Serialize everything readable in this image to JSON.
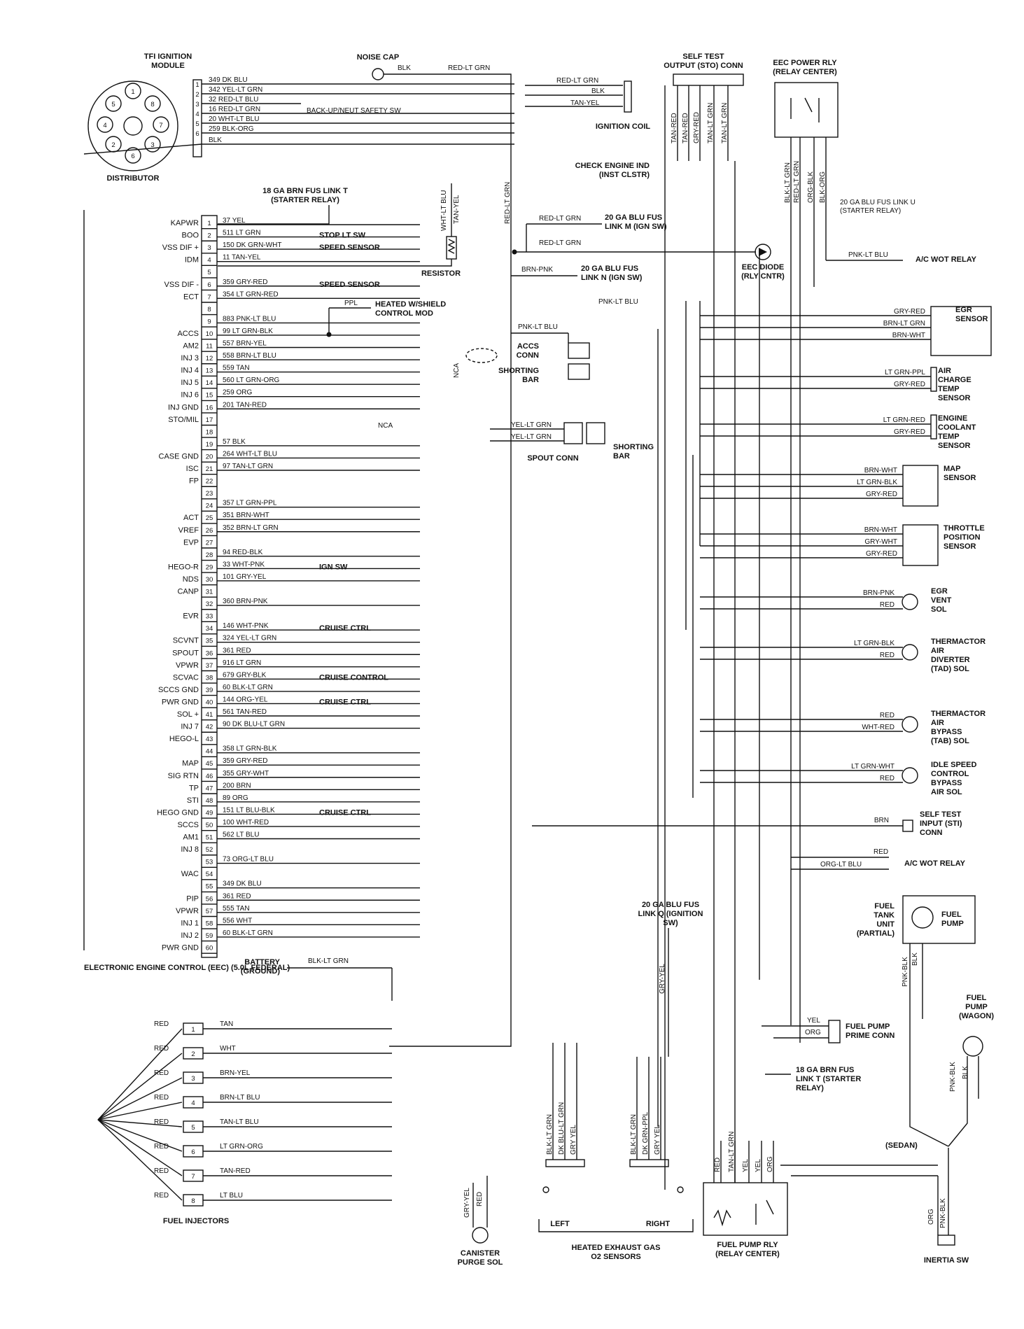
{
  "title": "ELECTRONIC ENGINE CONTROL (EEC) (5.0L FEDERAL)",
  "tfi": {
    "title_lines": [
      "TFI IGNITION",
      "MODULE"
    ],
    "distributor": "DISTRIBUTOR",
    "pin_numbers": [
      "1",
      "2",
      "3",
      "4",
      "5",
      "6",
      "7",
      "8"
    ],
    "wires": [
      {
        "pin": "1",
        "label": "349 DK BLU"
      },
      {
        "pin": "2",
        "label": "342 YEL-LT GRN"
      },
      {
        "pin": "3",
        "label": "32 RED-LT BLU"
      },
      {
        "pin": "4",
        "label": "16 RED-LT GRN"
      },
      {
        "pin": "5",
        "label": "20 WHT-LT BLU"
      },
      {
        "pin": "6",
        "label": "259 BLK-ORG"
      },
      {
        "pin": "",
        "label": "BLK"
      }
    ],
    "backup_switch": "BACK-UP/NEUT SAFETY SW"
  },
  "noise_cap": {
    "title": "NOISE CAP",
    "wire1": "BLK",
    "wire2": "RED-LT GRN"
  },
  "ignition_coil": {
    "title": "IGNITION COIL",
    "wires": [
      "RED-LT GRN",
      "BLK",
      "TAN-YEL"
    ]
  },
  "sto": {
    "title_lines": [
      "SELF TEST",
      "OUTPUT (STO) CONN"
    ],
    "wires": [
      "TAN-RED",
      "TAN-RED",
      "GRY-RED",
      "TAN-LT GRN",
      "TAN-LT GRN"
    ]
  },
  "check_engine": [
    "CHECK ENGINE IND",
    "(INST CLSTR)"
  ],
  "eec_power_relay": {
    "title_lines": [
      "EEC POWER RLY",
      "(RELAY CENTER)"
    ],
    "wires": [
      "BLK-LT GRN",
      "RED-LT GRN",
      "ORG-BLK",
      "BLK-ORG"
    ],
    "fuse": [
      "20 GA BLU FUS LINK U",
      "(STARTER RELAY)"
    ]
  },
  "starter_fuse": [
    "18 GA BRN FUS LINK T",
    "(STARTER RELAY)"
  ],
  "resistor": {
    "title": "RESISTOR",
    "wires": [
      "WHT-LT BLU",
      "TAN-YEL"
    ]
  },
  "fuse_m": {
    "wire": "RED-LT GRN",
    "label": [
      "20 GA BLU FUS",
      "LINK M (IGN SW)"
    ]
  },
  "fuse_n": {
    "wire": "BRN-PNK",
    "label": [
      "20 GA BLU FUS",
      "LINK N (IGN SW)"
    ]
  },
  "red_lt_grn_vertical": "RED-LT GRN",
  "red_lt_grn_mid": "RED-LT GRN",
  "eec_diode": [
    "EEC DIODE",
    "(RLY CNTR)"
  ],
  "ac_wot_top": {
    "wire": "PNK-LT BLU",
    "label": "A/C WOT RELAY"
  },
  "heated_shield": {
    "wire": "PPL",
    "label": [
      "HEATED W/SHIELD",
      "CONTROL MOD"
    ]
  },
  "accs_conn": {
    "wire": "PNK-LT BLU",
    "label": [
      "ACCS",
      "CONN"
    ],
    "shorting": [
      "SHORTING",
      "BAR"
    ],
    "pnk_mid": "PNK-LT BLU"
  },
  "spout_conn": {
    "wires": [
      "YEL-LT GRN",
      "YEL-LT GRN"
    ],
    "label": "SPOUT CONN",
    "shorting": [
      "SHORTING",
      "BAR"
    ]
  },
  "nca": [
    "NCA",
    "NCA"
  ],
  "eec_pins": [
    {
      "pin": "1",
      "name": "KAPWR",
      "wire": "37 YEL",
      "note": ""
    },
    {
      "pin": "2",
      "name": "BOO",
      "wire": "511 LT GRN",
      "note": "STOP LT SW"
    },
    {
      "pin": "3",
      "name": "VSS DIF +",
      "wire": "150 DK GRN-WHT",
      "note": "SPEED SENSOR"
    },
    {
      "pin": "4",
      "name": "IDM",
      "wire": "11 TAN-YEL",
      "note": ""
    },
    {
      "pin": "5",
      "name": "",
      "wire": "",
      "note": ""
    },
    {
      "pin": "6",
      "name": "VSS DIF -",
      "wire": "359 GRY-RED",
      "note": "SPEED SENSOR"
    },
    {
      "pin": "7",
      "name": "ECT",
      "wire": "354 LT GRN-RED",
      "note": ""
    },
    {
      "pin": "8",
      "name": "",
      "wire": "",
      "note": ""
    },
    {
      "pin": "9",
      "name": "",
      "wire": "883 PNK-LT BLU",
      "note": ""
    },
    {
      "pin": "10",
      "name": "ACCS",
      "wire": "99 LT GRN-BLK",
      "note": ""
    },
    {
      "pin": "11",
      "name": "AM2",
      "wire": "557 BRN-YEL",
      "note": ""
    },
    {
      "pin": "12",
      "name": "INJ 3",
      "wire": "558 BRN-LT BLU",
      "note": ""
    },
    {
      "pin": "13",
      "name": "INJ 4",
      "wire": "559 TAN",
      "note": ""
    },
    {
      "pin": "14",
      "name": "INJ 5",
      "wire": "560 LT GRN-ORG",
      "note": ""
    },
    {
      "pin": "15",
      "name": "INJ 6",
      "wire": "259 ORG",
      "note": ""
    },
    {
      "pin": "16",
      "name": "INJ GND",
      "wire": "201 TAN-RED",
      "note": ""
    },
    {
      "pin": "17",
      "name": "STO/MIL",
      "wire": "",
      "note": ""
    },
    {
      "pin": "18",
      "name": "",
      "wire": "",
      "note": ""
    },
    {
      "pin": "19",
      "name": "",
      "wire": "57 BLK",
      "note": ""
    },
    {
      "pin": "20",
      "name": "CASE GND",
      "wire": "264 WHT-LT BLU",
      "note": ""
    },
    {
      "pin": "21",
      "name": "ISC",
      "wire": "97 TAN-LT GRN",
      "note": ""
    },
    {
      "pin": "22",
      "name": "FP",
      "wire": "",
      "note": ""
    },
    {
      "pin": "23",
      "name": "",
      "wire": "",
      "note": ""
    },
    {
      "pin": "24",
      "name": "",
      "wire": "357 LT GRN-PPL",
      "note": ""
    },
    {
      "pin": "25",
      "name": "ACT",
      "wire": "351 BRN-WHT",
      "note": ""
    },
    {
      "pin": "26",
      "name": "VREF",
      "wire": "352 BRN-LT GRN",
      "note": ""
    },
    {
      "pin": "27",
      "name": "EVP",
      "wire": "",
      "note": ""
    },
    {
      "pin": "28",
      "name": "",
      "wire": "94 RED-BLK",
      "note": ""
    },
    {
      "pin": "29",
      "name": "HEGO-R",
      "wire": "33 WHT-PNK",
      "note": "IGN SW"
    },
    {
      "pin": "30",
      "name": "NDS",
      "wire": "101 GRY-YEL",
      "note": ""
    },
    {
      "pin": "31",
      "name": "CANP",
      "wire": "",
      "note": ""
    },
    {
      "pin": "32",
      "name": "",
      "wire": "360 BRN-PNK",
      "note": ""
    },
    {
      "pin": "33",
      "name": "EVR",
      "wire": "",
      "note": ""
    },
    {
      "pin": "34",
      "name": "",
      "wire": "146 WHT-PNK",
      "note": "CRUISE CTRL"
    },
    {
      "pin": "35",
      "name": "SCVNT",
      "wire": "324 YEL-LT GRN",
      "note": ""
    },
    {
      "pin": "36",
      "name": "SPOUT",
      "wire": "361 RED",
      "note": ""
    },
    {
      "pin": "37",
      "name": "VPWR",
      "wire": "916 LT GRN",
      "note": ""
    },
    {
      "pin": "38",
      "name": "SCVAC",
      "wire": "679 GRY-BLK",
      "note": "CRUISE CONTROL"
    },
    {
      "pin": "39",
      "name": "SCCS GND",
      "wire": "60 BLK-LT GRN",
      "note": ""
    },
    {
      "pin": "40",
      "name": "PWR GND",
      "wire": "144 ORG-YEL",
      "note": "CRUISE CTRL"
    },
    {
      "pin": "41",
      "name": "SOL +",
      "wire": "561 TAN-RED",
      "note": ""
    },
    {
      "pin": "42",
      "name": "INJ 7",
      "wire": "90 DK BLU-LT GRN",
      "note": ""
    },
    {
      "pin": "43",
      "name": "HEGO-L",
      "wire": "",
      "note": ""
    },
    {
      "pin": "44",
      "name": "",
      "wire": "358 LT GRN-BLK",
      "note": ""
    },
    {
      "pin": "45",
      "name": "MAP",
      "wire": "359 GRY-RED",
      "note": ""
    },
    {
      "pin": "46",
      "name": "SIG RTN",
      "wire": "355 GRY-WHT",
      "note": ""
    },
    {
      "pin": "47",
      "name": "TP",
      "wire": "200 BRN",
      "note": ""
    },
    {
      "pin": "48",
      "name": "STI",
      "wire": "89 ORG",
      "note": ""
    },
    {
      "pin": "49",
      "name": "HEGO GND",
      "wire": "151 LT BLU-BLK",
      "note": "CRUISE CTRL"
    },
    {
      "pin": "50",
      "name": "SCCS",
      "wire": "100 WHT-RED",
      "note": ""
    },
    {
      "pin": "51",
      "name": "AM1",
      "wire": "562 LT BLU",
      "note": ""
    },
    {
      "pin": "52",
      "name": "INJ 8",
      "wire": "",
      "note": ""
    },
    {
      "pin": "53",
      "name": "",
      "wire": "73 ORG-LT BLU",
      "note": ""
    },
    {
      "pin": "54",
      "name": "WAC",
      "wire": "",
      "note": ""
    },
    {
      "pin": "55",
      "name": "",
      "wire": "349 DK BLU",
      "note": ""
    },
    {
      "pin": "56",
      "name": "PIP",
      "wire": "361 RED",
      "note": ""
    },
    {
      "pin": "57",
      "name": "VPWR",
      "wire": "555 TAN",
      "note": ""
    },
    {
      "pin": "58",
      "name": "INJ 1",
      "wire": "556 WHT",
      "note": ""
    },
    {
      "pin": "59",
      "name": "INJ 2",
      "wire": "60 BLK-LT GRN",
      "note": ""
    },
    {
      "pin": "60",
      "name": "PWR GND",
      "wire": "",
      "note": ""
    }
  ],
  "battery": {
    "label": [
      "BATTERY",
      "(GROUND)"
    ],
    "wire": "BLK-LT GRN"
  },
  "egr_sensor": {
    "title": [
      "EGR",
      "SENSOR"
    ],
    "wires": [
      "GRY-RED",
      "BRN-LT GRN",
      "BRN-WHT"
    ]
  },
  "air_charge": {
    "title": [
      "AIR",
      "CHARGE",
      "TEMP",
      "SENSOR"
    ],
    "wires": [
      "LT GRN-PPL",
      "GRY-RED"
    ]
  },
  "coolant": {
    "title": [
      "ENGINE",
      "COOLANT",
      "TEMP",
      "SENSOR"
    ],
    "wires": [
      "LT GRN-RED",
      "GRY-RED"
    ]
  },
  "map": {
    "title": [
      "MAP",
      "SENSOR"
    ],
    "wires": [
      "BRN-WHT",
      "LT GRN-BLK",
      "GRY-RED"
    ]
  },
  "tps": {
    "title": [
      "THROTTLE",
      "POSITION",
      "SENSOR"
    ],
    "wires": [
      "BRN-WHT",
      "GRY-WHT",
      "GRY-RED"
    ]
  },
  "egr_vent": {
    "title": [
      "EGR",
      "VENT",
      "SOL"
    ],
    "wires": [
      "BRN-PNK",
      "RED"
    ]
  },
  "tad": {
    "title": [
      "THERMACTOR",
      "AIR",
      "DIVERTER",
      "(TAD) SOL"
    ],
    "wires": [
      "LT GRN-BLK",
      "RED"
    ]
  },
  "tab": {
    "title": [
      "THERMACTOR",
      "AIR",
      "BYPASS",
      "(TAB) SOL"
    ],
    "wires": [
      "RED",
      "WHT-RED"
    ]
  },
  "isc": {
    "title": [
      "IDLE SPEED",
      "CONTROL",
      "BYPASS",
      "AIR SOL"
    ],
    "wires": [
      "LT GRN-WHT",
      "RED"
    ]
  },
  "sti": {
    "title": [
      "SELF TEST",
      "INPUT (STI)",
      "CONN"
    ],
    "wire": "BRN"
  },
  "ac_wot_bottom": {
    "wires": [
      "RED",
      "ORG-LT BLU"
    ],
    "label": "A/C WOT RELAY"
  },
  "fuel_tank": {
    "title": [
      "FUEL",
      "TANK",
      "UNIT",
      "(PARTIAL)"
    ],
    "pump": [
      "FUEL",
      "PUMP"
    ],
    "wires": [
      "PNK-BLK",
      "BLK"
    ]
  },
  "fuel_pump_wagon": {
    "title": [
      "FUEL",
      "PUMP",
      "(WAGON)"
    ],
    "wires": [
      "PNK-BLK",
      "BLK"
    ]
  },
  "fuel_prime": {
    "title": [
      "FUEL PUMP",
      "PRIME CONN"
    ],
    "wires": [
      "YEL",
      "ORG"
    ]
  },
  "fuel_fuse": [
    "18 GA BRN FUS",
    "LINK T (STARTER",
    "RELAY)"
  ],
  "fuel_relay": {
    "title": [
      "FUEL PUMP RLY",
      "(RELAY CENTER)"
    ],
    "wires": [
      "RED",
      "TAN-LT GRN",
      "YEL",
      "YEL",
      "ORG"
    ]
  },
  "sedan": "(SEDAN)",
  "inertia": {
    "title": "INERTIA SW",
    "wires": [
      "ORG",
      "PNK-BLK"
    ]
  },
  "fuse_q": {
    "label": [
      "20 GA BLU FUS",
      "LINK Q (IGNITION",
      "SW)"
    ],
    "wire": "GRY-YEL"
  },
  "o2": {
    "left_wires": [
      "BLK-LT GRN",
      "DK BLU-LT GRN",
      "GRY YEL"
    ],
    "right_wires": [
      "BLK-LT GRN",
      "DK GRN-PPL",
      "GRY YEL"
    ],
    "left": "LEFT",
    "right": "RIGHT",
    "title": [
      "HEATED EXHAUST GAS",
      "O2 SENSORS"
    ]
  },
  "canister": {
    "title": [
      "CANISTER",
      "PURGE SOL"
    ],
    "wires": [
      "GRY-YEL",
      "RED"
    ]
  },
  "injectors": {
    "title": "FUEL INJECTORS",
    "rows": [
      {
        "num": "1",
        "left": "RED",
        "right": "TAN"
      },
      {
        "num": "2",
        "left": "RED",
        "right": "WHT"
      },
      {
        "num": "3",
        "left": "RED",
        "right": "BRN-YEL"
      },
      {
        "num": "4",
        "left": "RED",
        "right": "BRN-LT BLU"
      },
      {
        "num": "5",
        "left": "RED",
        "right": "TAN-LT BLU"
      },
      {
        "num": "6",
        "left": "RED",
        "right": "LT GRN-ORG"
      },
      {
        "num": "7",
        "left": "RED",
        "right": "TAN-RED"
      },
      {
        "num": "8",
        "left": "RED",
        "right": "LT BLU"
      }
    ]
  }
}
